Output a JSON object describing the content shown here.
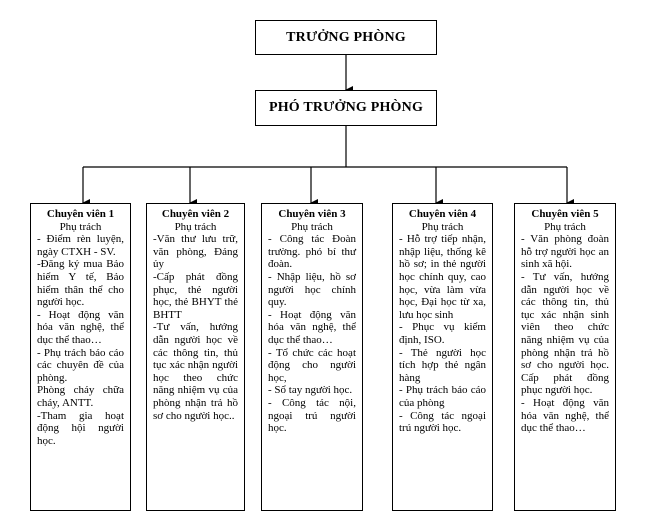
{
  "head": {
    "title": "TRƯỞNG PHÒNG"
  },
  "deputy": {
    "title": "PHÓ TRƯỞNG PHÒNG"
  },
  "columns": [
    {
      "title": "Chuyên viên 1",
      "subtitle": "Phụ trách",
      "items": [
        "- Điểm rèn luyện, ngày CTXH - SV.",
        "-Đăng ký mua Bảo hiểm Y tế, Bảo hiểm thân thể cho người học.",
        "- Hoạt động văn hóa văn nghệ, thể dục thể thao…",
        "- Phụ trách báo cáo các chuyên đề của phòng.",
        "Phòng cháy chữa cháy, ANTT.",
        "-Tham gia hoạt động hội người học."
      ]
    },
    {
      "title": "Chuyên viên 2",
      "subtitle": "Phụ trách",
      "items": [
        "-Văn thư lưu trữ, văn phòng, Đảng ủy",
        "-Cấp phát đồng phục, thẻ người học, thẻ BHYT thẻ BHTT",
        "-Tư vấn, hướng dẫn người học về các thông tin, thủ tục xác nhận người học theo chức năng nhiệm vụ của phòng nhận trả hồ sơ cho người học.."
      ]
    },
    {
      "title": "Chuyên viên 3",
      "subtitle": "Phụ trách",
      "items": [
        "- Công tác Đoàn trường. phó bí thư đoàn.",
        "- Nhập liệu, hồ sơ người học chính quy.",
        "- Hoạt động văn hóa văn nghệ, thể dục thể thao…",
        "- Tổ chức các hoạt động cho người học,",
        "- Sổ tay người học.",
        "- Công tác nội, ngoại trú người học."
      ]
    },
    {
      "title": "Chuyên viên 4",
      "subtitle": "Phụ trách",
      "items": [
        "- Hỗ trợ tiếp nhận, nhập liệu, thống kê hồ sơ; in thẻ người học chính quy, cao học, vừa làm vừa học, Đại học từ xa, lưu học sinh",
        "- Phục vụ kiểm định, ISO.",
        "- Thẻ người học tích hợp thẻ ngân hàng",
        "- Phụ trách báo cáo của phòng",
        "- Công tác ngoại trú người học."
      ]
    },
    {
      "title": "Chuyên viên 5",
      "subtitle": "Phụ trách",
      "items": [
        "- Văn phòng đoàn hỗ trợ người học an sinh xã hội.",
        "- Tư vấn, hướng dẫn người học về các thông tin, thủ tục xác nhận sinh viên theo chức năng nhiệm vụ của phòng nhận trả hồ sơ cho người học. Cấp phát đồng phục người học.",
        "- Hoạt động văn hóa văn nghệ, thể dục thể thao…"
      ]
    }
  ]
}
